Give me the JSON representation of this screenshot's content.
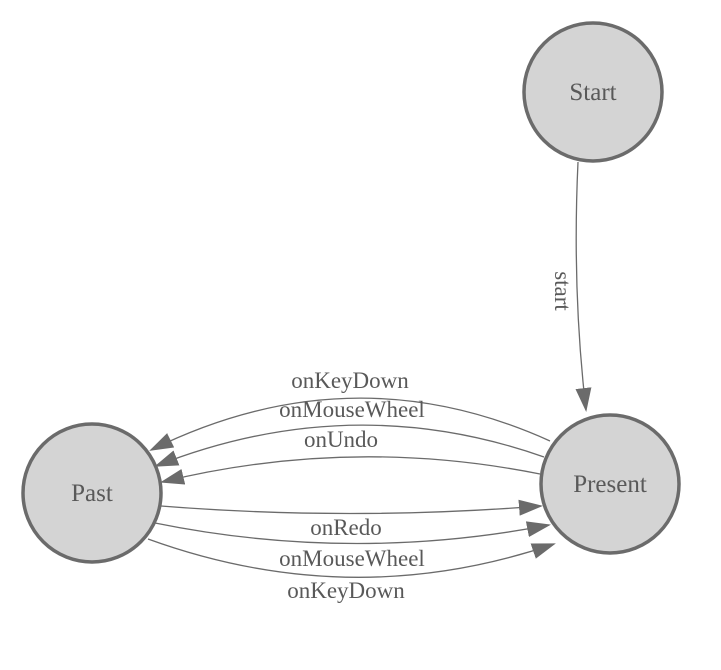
{
  "diagram": {
    "nodes": {
      "start": {
        "label": "Start"
      },
      "present": {
        "label": "Present"
      },
      "past": {
        "label": "Past"
      }
    },
    "edges": {
      "start_to_present": {
        "from": "start",
        "to": "present",
        "label": "start"
      },
      "present_to_past": [
        {
          "from": "present",
          "to": "past",
          "label": "onKeyDown"
        },
        {
          "from": "present",
          "to": "past",
          "label": "onMouseWheel"
        },
        {
          "from": "present",
          "to": "past",
          "label": "onUndo"
        }
      ],
      "past_to_present": [
        {
          "from": "past",
          "to": "present",
          "label": "onRedo"
        },
        {
          "from": "past",
          "to": "present",
          "label": "onMouseWheel"
        },
        {
          "from": "past",
          "to": "present",
          "label": "onKeyDown"
        }
      ]
    },
    "colors": {
      "background": "#ffffff",
      "node_fill": "#d4d4d4",
      "node_stroke": "#6b6b6b",
      "edge_stroke": "#6b6b6b",
      "arrowhead_fill": "#6b6b6b",
      "text": "#595959"
    }
  }
}
